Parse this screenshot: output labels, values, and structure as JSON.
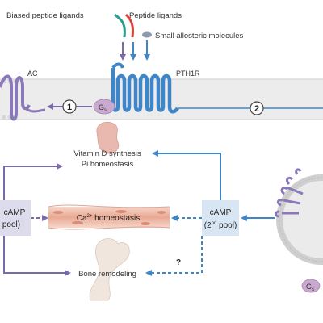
{
  "labels": {
    "biased_ligands": "Biased peptide ligands",
    "peptide_ligands": "Peptide ligands",
    "small_allosteric": "Small allosteric molecules",
    "ac": "AC",
    "pth1r": "PTH1R",
    "gs_main": "G",
    "gs_main_sub": "s",
    "gs_right": "G",
    "gs_right_sub": "s",
    "step1": "1",
    "step2": "2",
    "vitd": "Vitamin D synthesis",
    "pi": "Pi homeostasis",
    "camp_left_1": "cAMP",
    "camp_left_2": "pool)",
    "ca_homeostasis": "Ca",
    "ca_superscript": "2+",
    "ca_homeostasis_rest": " homeostasis",
    "camp_right_1": "cAMP",
    "camp_right_2a": "(2",
    "camp_right_2sup": "nd",
    "camp_right_2b": " pool)",
    "bone": "Bone remodeling",
    "question": "?"
  },
  "colors": {
    "purple": "#7a6aa8",
    "purple_light": "#b9aed6",
    "blue": "#3f86c8",
    "blue_dark": "#2e6aa8",
    "teal": "#2a9d8f",
    "red": "#d9443a",
    "membrane_bg": "#e9e9e9",
    "box_left": "#dcdcec",
    "box_right": "#d8e6f4",
    "gs_fill": "#c9a9cf",
    "kidney": "#e9b9b0",
    "bone": "#eee4dc",
    "vessel": "#efc3b4"
  },
  "icons": {
    "kidney": "kidney-icon",
    "bone": "bone-icon",
    "vessel": "blood-vessel-icon",
    "endosome": "endosome-icon"
  }
}
